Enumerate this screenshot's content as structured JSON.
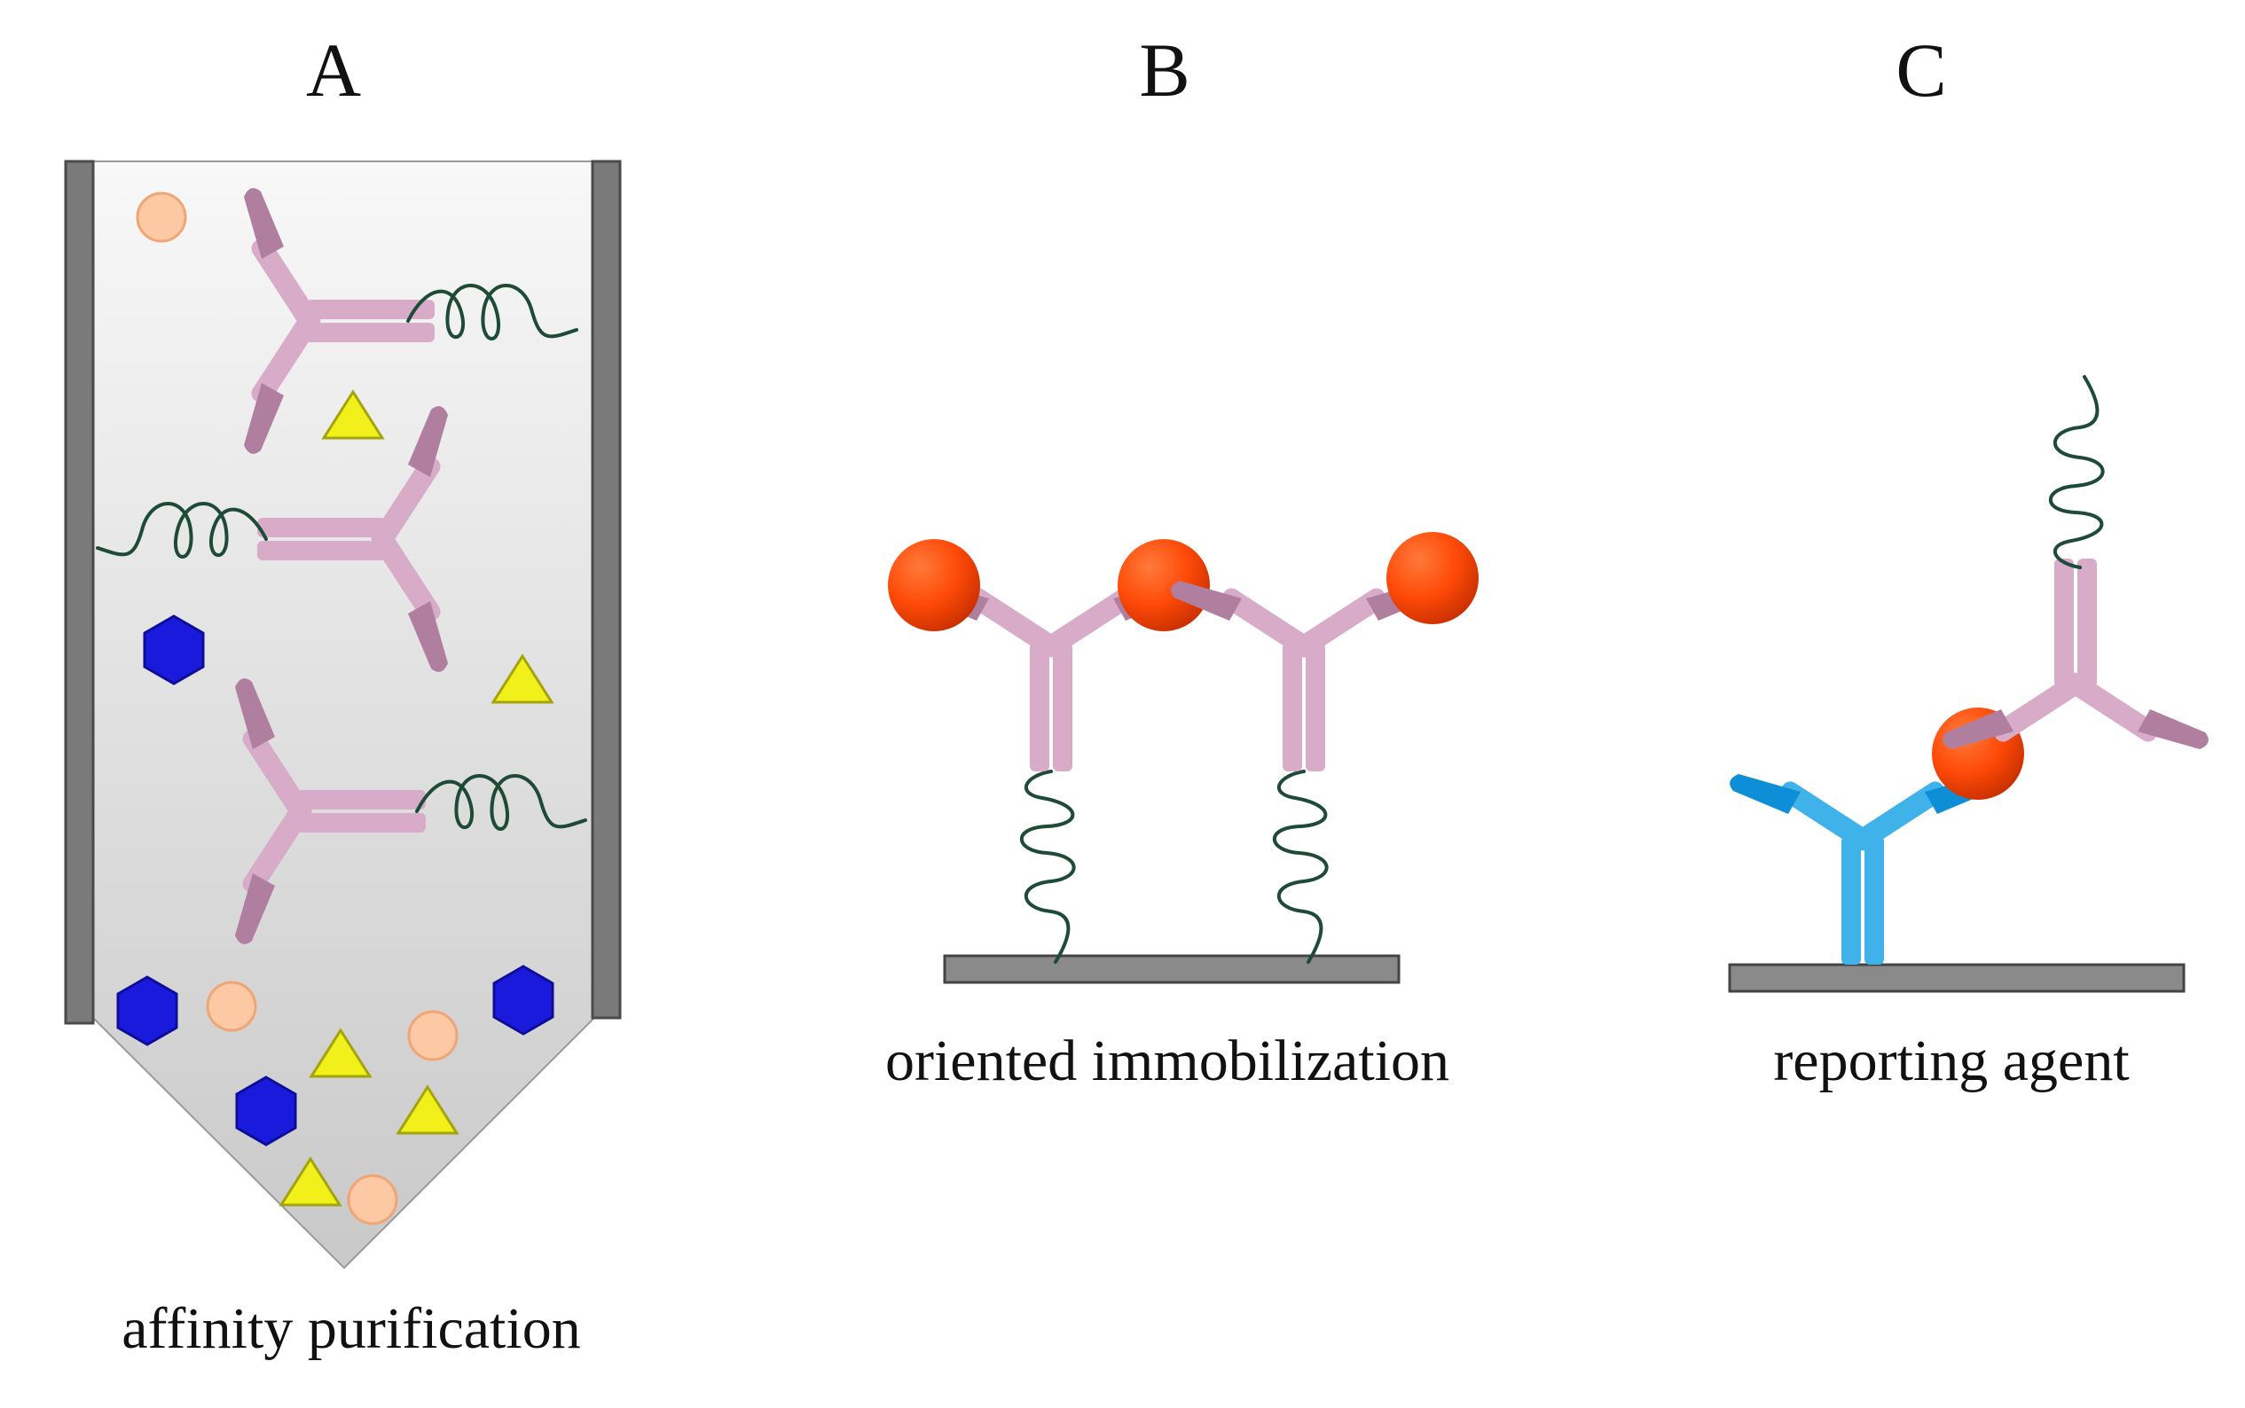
{
  "panels": [
    {
      "letter": "A",
      "caption": "affinity purification"
    },
    {
      "letter": "B",
      "caption": "oriented immobilization"
    },
    {
      "letter": "C",
      "caption": "reporting agent"
    }
  ],
  "colors": {
    "antibody_pink": "#d8abc9",
    "antibody_pink_dark": "#b07f9f",
    "antibody_blue": "#3fb2ea",
    "aptamer_strand": "#1e4a38",
    "target_sphere": "#ff4a08",
    "contaminant_circle": "#fdc9a4",
    "contaminant_triangle": "#f1f01a",
    "contaminant_hexagon": "#1a1adc",
    "surface_gray": "#8a8a8a",
    "column_wall": "#7a7a7a"
  },
  "icons": [
    "antibody-icon",
    "aptamer-icon",
    "target-sphere-icon",
    "hexagon-icon",
    "triangle-icon",
    "circle-icon",
    "surface-plate-icon"
  ]
}
